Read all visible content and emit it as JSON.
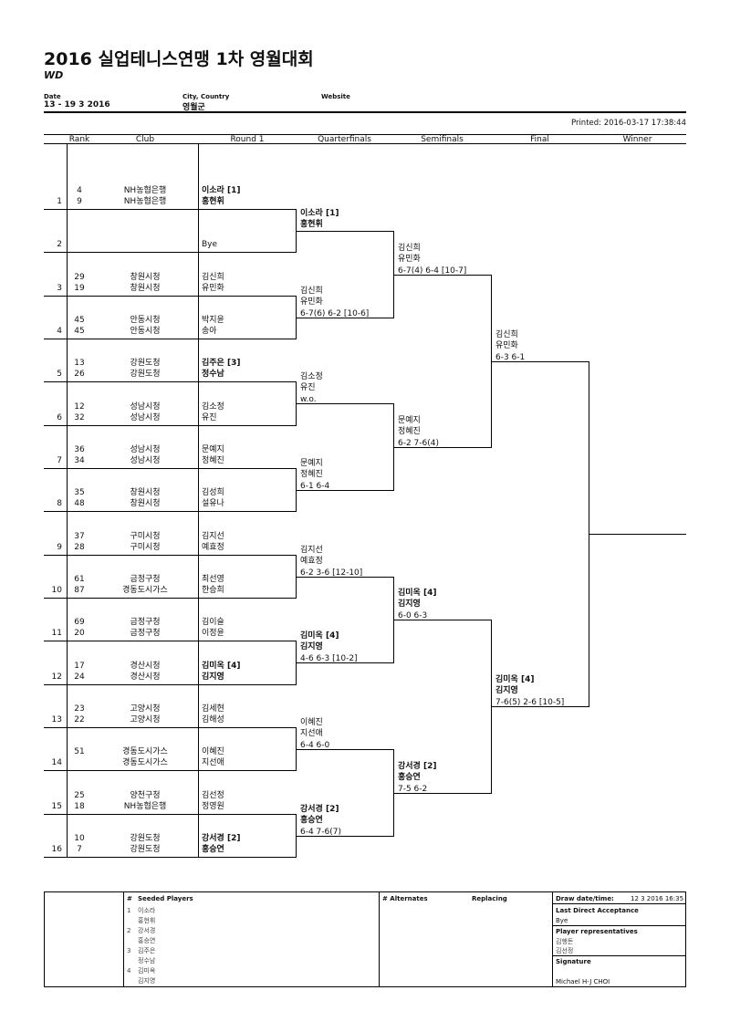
{
  "header": {
    "title": "2016 실업테니스연맹 1차 영월대회",
    "event": "WD",
    "date_label": "Date",
    "date_value": "13 - 19 3 2016",
    "city_label": "City, Country",
    "city_value": "영월군",
    "website_label": "Website",
    "printed": "Printed: 2016-03-17 17:38:44"
  },
  "columns": [
    "Rank",
    "Club",
    "Round 1",
    "Quarterfinals",
    "Semifinals",
    "Final",
    "Winner"
  ],
  "draw": [
    {
      "pos": "1",
      "p1": {
        "rank": "4",
        "club": "NH농협은행",
        "name": "이소라 [1]",
        "bold": true
      },
      "p2": {
        "rank": "9",
        "club": "NH농협은행",
        "name": "홍현휘",
        "bold": true
      }
    },
    {
      "pos": "2",
      "p1": {
        "rank": "",
        "club": "",
        "name": "",
        "bold": false
      },
      "p2": {
        "rank": "",
        "club": "",
        "name": "Bye",
        "bold": false
      }
    },
    {
      "pos": "3",
      "p1": {
        "rank": "29",
        "club": "창원시청",
        "name": "김신희",
        "bold": false
      },
      "p2": {
        "rank": "19",
        "club": "창원시청",
        "name": "유민화",
        "bold": false
      }
    },
    {
      "pos": "4",
      "p1": {
        "rank": "45",
        "club": "안동시청",
        "name": "박지윤",
        "bold": false
      },
      "p2": {
        "rank": "45",
        "club": "안동시청",
        "name": "송아",
        "bold": false
      }
    },
    {
      "pos": "5",
      "p1": {
        "rank": "13",
        "club": "강원도청",
        "name": "김주은 [3]",
        "bold": true
      },
      "p2": {
        "rank": "26",
        "club": "강원도청",
        "name": "정수남",
        "bold": true
      }
    },
    {
      "pos": "6",
      "p1": {
        "rank": "12",
        "club": "성남시청",
        "name": "김소정",
        "bold": false
      },
      "p2": {
        "rank": "32",
        "club": "성남시청",
        "name": "유진",
        "bold": false
      }
    },
    {
      "pos": "7",
      "p1": {
        "rank": "36",
        "club": "성남시청",
        "name": "문예지",
        "bold": false
      },
      "p2": {
        "rank": "34",
        "club": "성남시청",
        "name": "정혜진",
        "bold": false
      }
    },
    {
      "pos": "8",
      "p1": {
        "rank": "35",
        "club": "창원시청",
        "name": "김성희",
        "bold": false
      },
      "p2": {
        "rank": "48",
        "club": "창원시청",
        "name": "설유나",
        "bold": false
      }
    },
    {
      "pos": "9",
      "p1": {
        "rank": "37",
        "club": "구미시청",
        "name": "김지선",
        "bold": false
      },
      "p2": {
        "rank": "28",
        "club": "구미시청",
        "name": "예효정",
        "bold": false
      }
    },
    {
      "pos": "10",
      "p1": {
        "rank": "61",
        "club": "금정구청",
        "name": "최선영",
        "bold": false
      },
      "p2": {
        "rank": "87",
        "club": "경동도시가스",
        "name": "한승희",
        "bold": false
      }
    },
    {
      "pos": "11",
      "p1": {
        "rank": "69",
        "club": "금정구청",
        "name": "김이슬",
        "bold": false
      },
      "p2": {
        "rank": "20",
        "club": "금정구청",
        "name": "이정윤",
        "bold": false
      }
    },
    {
      "pos": "12",
      "p1": {
        "rank": "17",
        "club": "경산시청",
        "name": "김미옥 [4]",
        "bold": true
      },
      "p2": {
        "rank": "24",
        "club": "경산시청",
        "name": "김지영",
        "bold": true
      }
    },
    {
      "pos": "13",
      "p1": {
        "rank": "23",
        "club": "고양시청",
        "name": "김세현",
        "bold": false
      },
      "p2": {
        "rank": "22",
        "club": "고양시청",
        "name": "김해성",
        "bold": false
      }
    },
    {
      "pos": "14",
      "p1": {
        "rank": "51",
        "club": "경동도시가스",
        "name": "이혜진",
        "bold": false
      },
      "p2": {
        "rank": "",
        "club": "경동도시가스",
        "name": "지선애",
        "bold": false
      }
    },
    {
      "pos": "15",
      "p1": {
        "rank": "25",
        "club": "양천구청",
        "name": "김선정",
        "bold": false
      },
      "p2": {
        "rank": "18",
        "club": "NH농협은행",
        "name": "정영원",
        "bold": false
      }
    },
    {
      "pos": "16",
      "p1": {
        "rank": "10",
        "club": "강원도청",
        "name": "강서경 [2]",
        "bold": true
      },
      "p2": {
        "rank": "7",
        "club": "강원도청",
        "name": "홍승연",
        "bold": true
      }
    }
  ],
  "quarterfinals": [
    {
      "p1": "이소라 [1]",
      "p2": "홍현휘",
      "score": "",
      "bold": true
    },
    {
      "p1": "김신희",
      "p2": "유민화",
      "score": "6-7(6) 6-2 [10-6]",
      "bold": false
    },
    {
      "p1": "김소정",
      "p2": "유진",
      "score": "w.o.",
      "bold": false
    },
    {
      "p1": "문예지",
      "p2": "정혜진",
      "score": "6-1 6-4",
      "bold": false
    },
    {
      "p1": "김지선",
      "p2": "예효정",
      "score": "6-2 3-6 [12-10]",
      "bold": false
    },
    {
      "p1": "김미옥 [4]",
      "p2": "김지영",
      "score": "4-6 6-3 [10-2]",
      "bold": true
    },
    {
      "p1": "이혜진",
      "p2": "지선애",
      "score": "6-4 6-0",
      "bold": false
    },
    {
      "p1": "강서경 [2]",
      "p2": "홍승연",
      "score": "6-4 7-6(7)",
      "bold": true
    }
  ],
  "semifinals": [
    {
      "p1": "김신희",
      "p2": "유민화",
      "score": "6-7(4) 6-4 [10-7]",
      "bold": false
    },
    {
      "p1": "문예지",
      "p2": "정혜진",
      "score": "6-2 7-6(4)",
      "bold": false
    },
    {
      "p1": "김미옥 [4]",
      "p2": "김지영",
      "score": "6-0 6-3",
      "bold": true
    },
    {
      "p1": "강서경 [2]",
      "p2": "홍승연",
      "score": "7-5 6-2",
      "bold": true
    }
  ],
  "final": [
    {
      "p1": "김신희",
      "p2": "유민화",
      "score": "6-3 6-1",
      "bold": false
    },
    {
      "p1": "김미옥 [4]",
      "p2": "김지영",
      "score": "7-6(5) 2-6 [10-5]",
      "bold": true
    }
  ],
  "footer": {
    "seeded_hash": "#",
    "seeded_title": "Seeded Players",
    "seeds": [
      {
        "num": "1",
        "p1": "이소라",
        "p2": "홍현휘"
      },
      {
        "num": "2",
        "p1": "강서경",
        "p2": "홍승연"
      },
      {
        "num": "3",
        "p1": "김주은",
        "p2": "정수남"
      },
      {
        "num": "4",
        "p1": "김미옥",
        "p2": "김지영"
      }
    ],
    "alternates_title": "# Alternates",
    "replacing_title": "Replacing",
    "draw_date_label": "Draw date/time:",
    "draw_date_value": "12 3 2016 16:35",
    "lda_label": "Last Direct Acceptance",
    "lda_value": "Bye",
    "reps_label": "Player representatives",
    "reps": [
      "김행돈",
      "김선정"
    ],
    "signature_label": "Signature",
    "signature_value": "Michael H-J CHOI"
  }
}
